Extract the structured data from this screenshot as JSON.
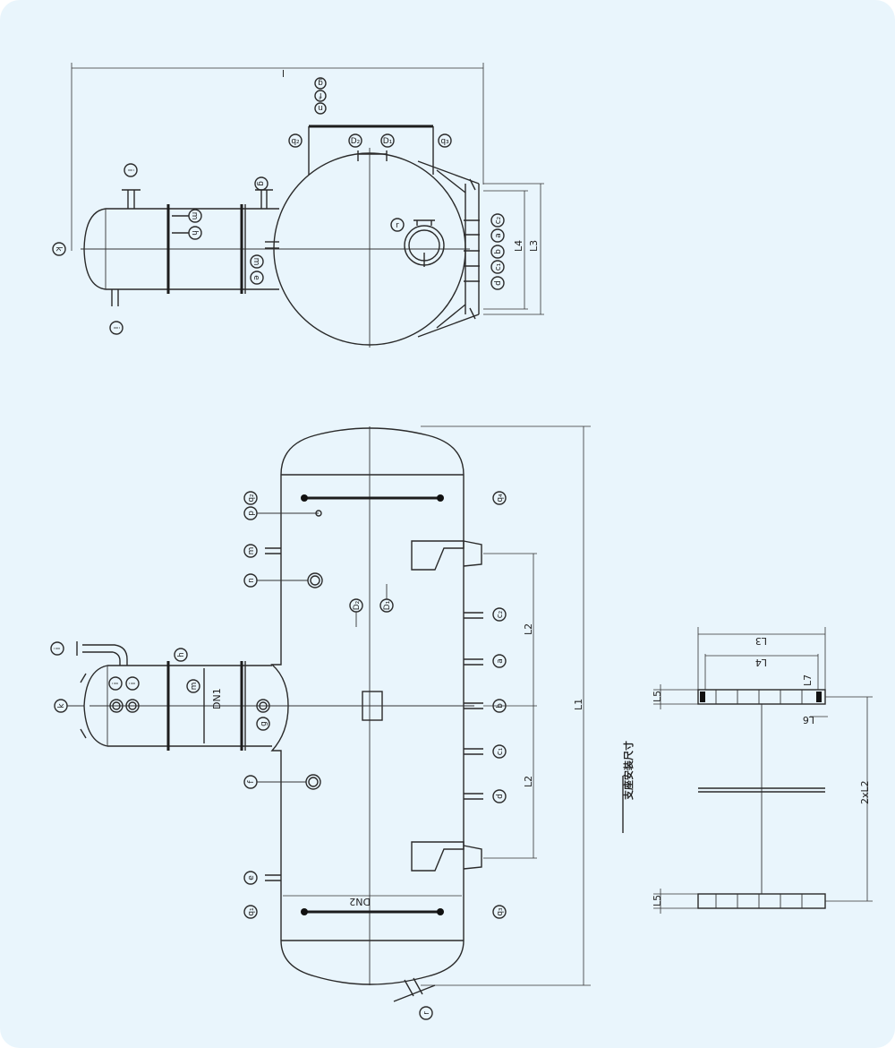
{
  "top_view": {
    "dim_overall": "l",
    "dim_l3": "L3",
    "dim_l4": "L4",
    "nozzles": {
      "g_top": "g",
      "f_top": "f",
      "n_top": "n",
      "q2": "q₂",
      "d2": "D₂",
      "d1": "D₁",
      "q3": "q₃",
      "i_top": "i",
      "g_mid": "g",
      "m": "m",
      "h": "h",
      "k": "k",
      "e": "e",
      "m2": "m",
      "i_bot": "i",
      "r": "r",
      "c2": "c₂",
      "a": "a",
      "b": "b",
      "c1": "c₁",
      "d": "d"
    }
  },
  "front_view": {
    "dim_l1": "L1",
    "dim_l2_upper": "L2",
    "dim_l2_lower": "L2",
    "dn1": "DN1",
    "dn2": "DN2",
    "nozzles": {
      "q2": "q₂",
      "q4": "q₄",
      "p": "p",
      "m": "m",
      "n": "n",
      "d2": "D₂",
      "d1": "D₁",
      "c2": "c₂",
      "a": "a",
      "b": "b",
      "c1": "c₁",
      "d": "d",
      "f": "f",
      "e": "e",
      "q1": "q₁",
      "q3": "q₃",
      "r": "r",
      "i": "i",
      "h": "h",
      "k": "k",
      "l1": "i",
      "l2": "i",
      "m2": "m",
      "g": "g"
    }
  },
  "support_detail": {
    "title": "支座安装尺寸",
    "dim_l3": "L3",
    "dim_l4": "L4",
    "dim_l5_top": "L5",
    "dim_l5_bot": "L5",
    "dim_l6": "L6",
    "dim_l7": "L7",
    "dim_2xl2": "2xL2"
  }
}
